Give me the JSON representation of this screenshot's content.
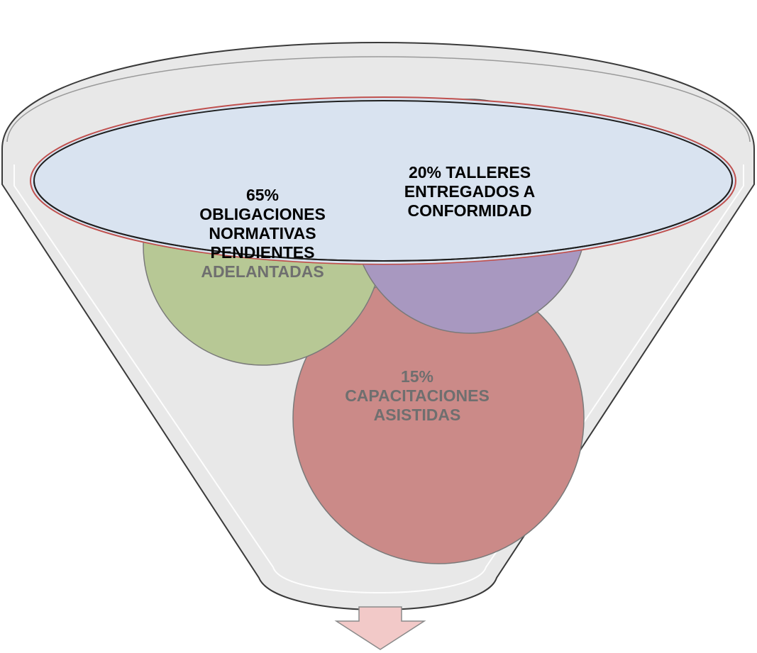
{
  "diagram": {
    "type": "funnel",
    "colors": {
      "funnel_fill": "#e9e9e9",
      "funnel_stroke": "#3a3a3a",
      "rim_fill": "#d9e3f0",
      "rim_outline_accent": "#c0504d",
      "circle_green": "#9bbb59",
      "circle_purple": "#8064a2",
      "circle_red": "#c0504d",
      "arrow_fill": "#f2c9c8",
      "text_dark": "#000000",
      "text_faded": "#6f6f6f"
    },
    "items": [
      {
        "name": "obligaciones",
        "color": "#9bbb59",
        "lines_inside": [
          "65%",
          "OBLIGACIONES",
          "NORMATIVAS",
          "PENDIENTES"
        ],
        "lines_below": [
          "ADELANTADAS"
        ]
      },
      {
        "name": "talleres",
        "color": "#8064a2",
        "lines_inside": [
          "20% TALLERES",
          "ENTREGADOS A",
          "CONFORMIDAD"
        ],
        "lines_below": []
      },
      {
        "name": "capacitaciones",
        "color": "#c0504d",
        "lines_inside": [],
        "lines_below": [
          "15%",
          "CAPACITACIONES",
          "ASISTIDAS"
        ]
      }
    ],
    "output_arrow": {
      "icon": "arrow-down-icon"
    }
  }
}
